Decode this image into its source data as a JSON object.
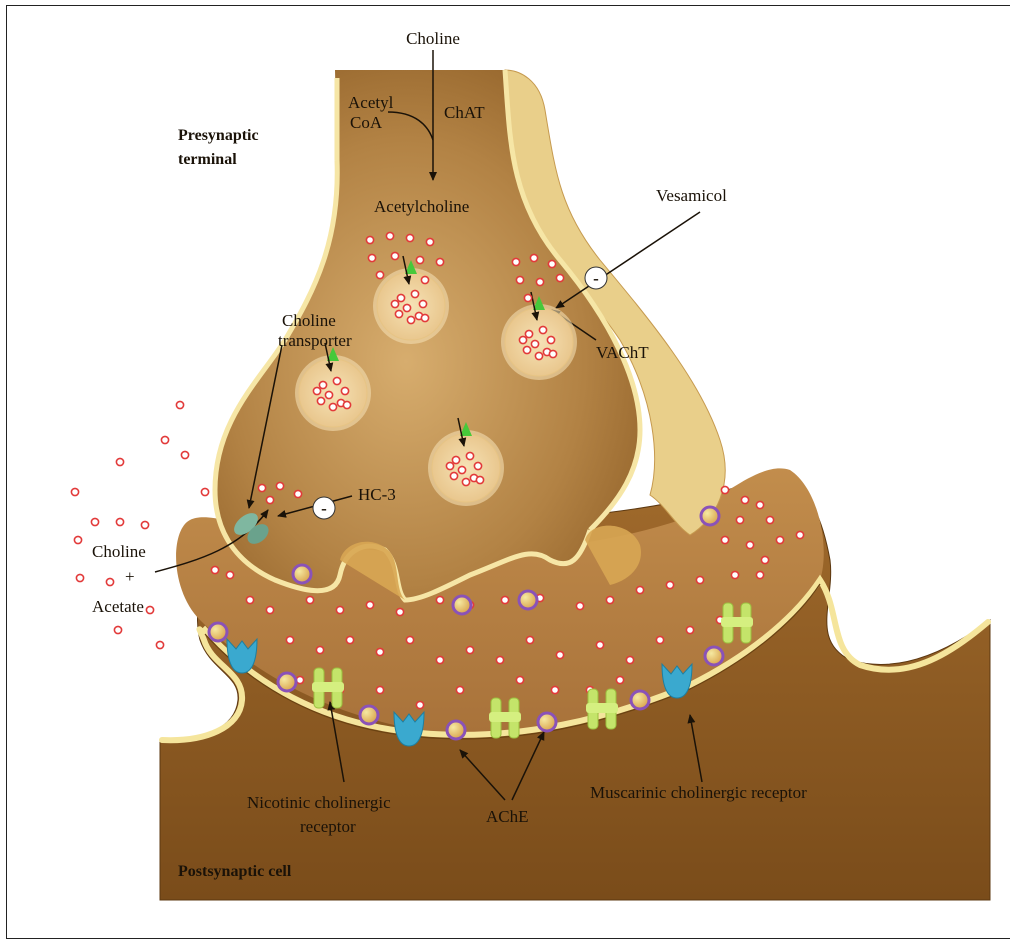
{
  "labels": {
    "choline_top": "Choline",
    "acetyl_coa_line1": "Acetyl",
    "acetyl_coa_line2": "CoA",
    "chat": "ChAT",
    "acetylcholine": "Acetylcholine",
    "presynaptic_line1": "Presynaptic",
    "presynaptic_line2": "terminal",
    "vesamicol": "Vesamicol",
    "vacht": "VAChT",
    "choline_transporter_line1": "Choline",
    "choline_transporter_line2": "transporter",
    "hc3": "HC-3",
    "choline_left": "Choline",
    "plus": "+",
    "acetate": "Acetate",
    "nicotinic_line1": "Nicotinic cholinergic",
    "nicotinic_line2": "receptor",
    "ache": "AChE",
    "muscarinic": "Muscarinic cholinergic receptor",
    "postsynaptic": "Postsynaptic cell"
  },
  "symbols": {
    "inhibit": "-"
  },
  "colors": {
    "membrane": "#f6e6a6",
    "terminal_dark": "#8a5a22",
    "terminal_mid": "#b88646",
    "terminal_light": "#d9b072",
    "vesicle": "#f4dcae",
    "ach_molecule": "#e23a3a",
    "ache_enzyme": "#b887d8",
    "nicotinic": "#c4e46a",
    "muscarinic": "#3aa9cf",
    "transporter": "#7fb7a0",
    "vacht": "#46c93a"
  }
}
